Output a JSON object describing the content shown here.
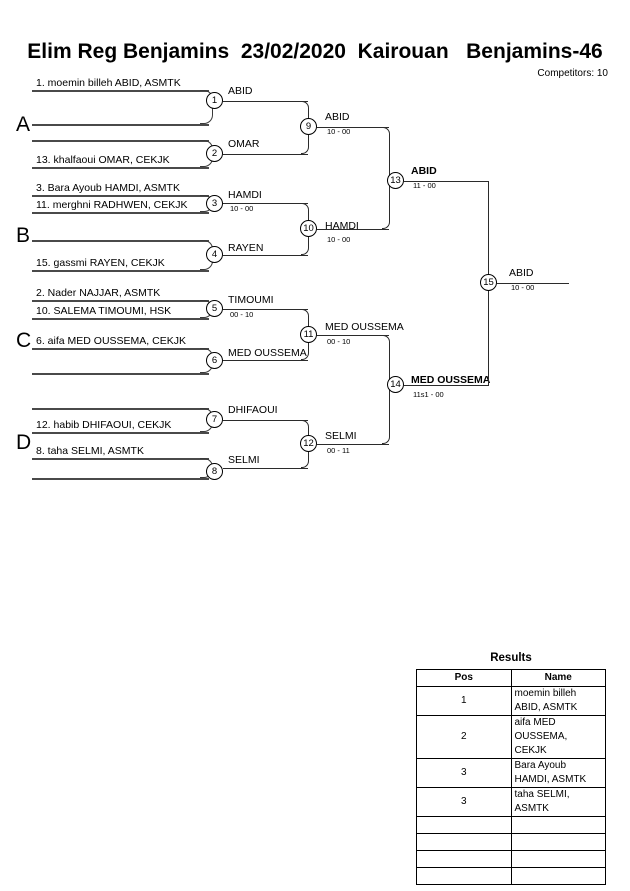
{
  "header": {
    "title": "Elim Reg Benjamins  23/02/2020  Kairouan   Benjamins-46",
    "competitors": "Competitors: 10"
  },
  "groups": [
    {
      "letter": "A"
    },
    {
      "letter": "B"
    },
    {
      "letter": "C"
    },
    {
      "letter": "D"
    }
  ],
  "entrants": {
    "e1": "1. moemin billeh ABID, ASMTK",
    "e2": "13. khalfaoui OMAR, CEKJK",
    "e3": "3. Bara Ayoub HAMDI, ASMTK",
    "e4": "11. merghni RADHWEN, CEKJK",
    "e5": "15. gassmi RAYEN, CEKJK",
    "e6": "2. Nader NAJJAR, ASMTK",
    "e7": "10. SALEMA TIMOUMI, HSK",
    "e8": "6. aifa MED OUSSEMA, CEKJK",
    "e9": "12. habib DHIFAOUI, CEKJK",
    "e10": "8. taha SELMI, ASMTK"
  },
  "matches": {
    "m1": {
      "num": "1",
      "winner": "ABID",
      "score": ""
    },
    "m2": {
      "num": "2",
      "winner": "OMAR",
      "score": ""
    },
    "m3": {
      "num": "3",
      "winner": "HAMDI",
      "score": "10 - 00"
    },
    "m4": {
      "num": "4",
      "winner": "RAYEN",
      "score": ""
    },
    "m5": {
      "num": "5",
      "winner": "TIMOUMI",
      "score": "00 - 10"
    },
    "m6": {
      "num": "6",
      "winner": "MED OUSSEMA",
      "score": ""
    },
    "m7": {
      "num": "7",
      "winner": "DHIFAOUI",
      "score": ""
    },
    "m8": {
      "num": "8",
      "winner": "SELMI",
      "score": ""
    },
    "m9": {
      "num": "9",
      "winner": "ABID",
      "score": "10 - 00"
    },
    "m10": {
      "num": "10",
      "winner": "HAMDI",
      "score": "10 - 00"
    },
    "m11": {
      "num": "11",
      "winner": "MED OUSSEMA",
      "score": "00 - 10"
    },
    "m12": {
      "num": "12",
      "winner": "SELMI",
      "score": "00 - 11"
    },
    "m13": {
      "num": "13",
      "winner": "ABID",
      "score": "11 - 00"
    },
    "m14": {
      "num": "14",
      "winner": "MED OUSSEMA",
      "score": "11s1 - 00"
    },
    "m15": {
      "num": "15",
      "winner": "ABID",
      "score": "10 - 00"
    }
  },
  "results": {
    "title": "Results",
    "columns": [
      "Pos",
      "Name"
    ],
    "rows": [
      {
        "pos": "1",
        "name": "moemin billeh ABID, ASMTK"
      },
      {
        "pos": "2",
        "name": "aifa MED OUSSEMA, CEKJK"
      },
      {
        "pos": "3",
        "name": "Bara Ayoub HAMDI, ASMTK"
      },
      {
        "pos": "3",
        "name": "taha SELMI, ASMTK"
      },
      {
        "pos": "",
        "name": ""
      },
      {
        "pos": "",
        "name": ""
      },
      {
        "pos": "",
        "name": ""
      },
      {
        "pos": "",
        "name": ""
      }
    ]
  }
}
